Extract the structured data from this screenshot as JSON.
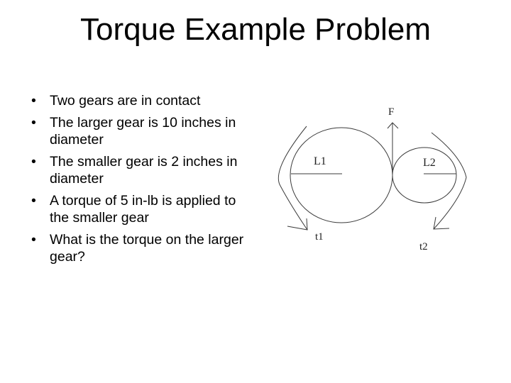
{
  "slide": {
    "title": "Torque Example Problem",
    "bullet_glyph": "•",
    "bullets": [
      "Two gears are in contact",
      "The larger gear is 10 inches in diameter",
      "The smaller gear is 2 inches in diameter",
      "A torque of 5 in-lb is applied to the smaller gear",
      "What is the torque on the larger gear?"
    ]
  },
  "diagram": {
    "labels": {
      "force": "F",
      "large_radius": "L1",
      "small_radius": "L2",
      "large_torque": "t1",
      "small_torque": "t2"
    },
    "stroke_color": "#3a3a3a"
  }
}
